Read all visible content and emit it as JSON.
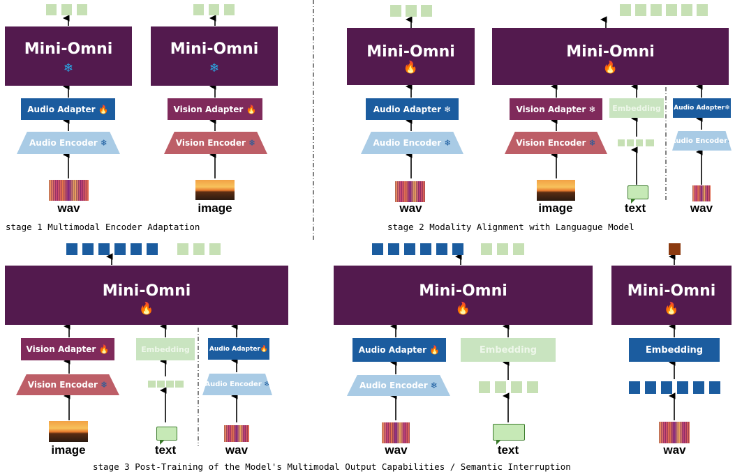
{
  "model_name": "Mini-Omni",
  "icons": {
    "trainable": "fire-icon",
    "frozen": "snowflake-icon"
  },
  "colors": {
    "model": "#531a4e",
    "audio_adapter": "#1b5c9f",
    "vision_adapter": "#7f2a5b",
    "audio_encoder": "#a9cbe5",
    "vision_encoder": "#bd5e67",
    "embedding": "#c9e4c0",
    "token_green": "#c6e0b4",
    "token_blue": "#1b5c9f",
    "token_brown": "#8b3a0f"
  },
  "labels": {
    "audio_adapter": "Audio Adapter",
    "vision_adapter": "Vision Adapter",
    "audio_encoder": "Audio Encoder",
    "vision_encoder": "Vision Encoder",
    "embedding": "Embedding"
  },
  "inputs": {
    "wav": "wav",
    "image": "image",
    "text": "text"
  },
  "stages": {
    "s1": "stage 1  Multimodal Encoder Adaptation",
    "s2": "stage 2 Modality Alignment with Languague Model",
    "s3": "stage 3 Post-Training of the Model's Multimodal Output Capabilities / Semantic Interruption"
  }
}
